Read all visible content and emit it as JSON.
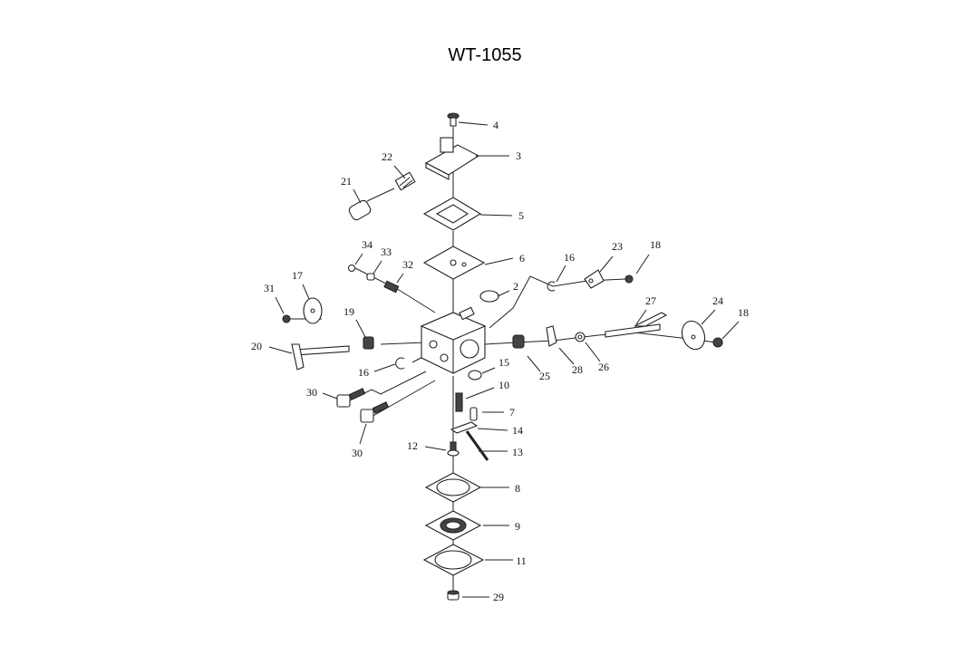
{
  "title": "WT-1055",
  "callouts": [
    "4",
    "3",
    "22",
    "21",
    "5",
    "6",
    "34",
    "33",
    "32",
    "16",
    "23",
    "18",
    "2",
    "17",
    "31",
    "27",
    "24",
    "18",
    "19",
    "20",
    "16",
    "15",
    "25",
    "28",
    "26",
    "30",
    "10",
    "7",
    "14",
    "12",
    "13",
    "30",
    "8",
    "9",
    "11",
    "29"
  ]
}
